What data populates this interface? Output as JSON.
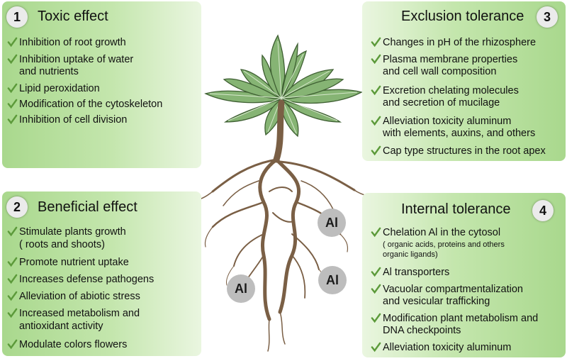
{
  "panels": {
    "toxic": {
      "number": "1",
      "title": "Toxic effect",
      "items": [
        "Inhibition of root growth",
        "Inhibition uptake of water",
        "and nutrients",
        "Lipid peroxidation",
        "Modification of the cytoskeleton",
        "Inhibition of cell division"
      ]
    },
    "beneficial": {
      "number": "2",
      "title": "Beneficial effect",
      "items": [
        "Stimulate plants growth",
        "( roots and shoots)",
        "Promote nutrient uptake",
        "Increases defense pathogens",
        "Alleviation of abiotic stress",
        "Increased metabolism and",
        "antioxidant activity",
        "Modulate colors flowers"
      ]
    },
    "exclusion": {
      "number": "3",
      "title": "Exclusion tolerance",
      "items": [
        "Changes in pH of the rhizosphere",
        "Plasma membrane properties",
        "and cell wall composition",
        "Excretion chelating molecules",
        "and secretion of mucilage",
        "Alleviation toxicity aluminum",
        "with elements, auxins, and others",
        "Cap type structures in the root apex"
      ]
    },
    "internal": {
      "number": "4",
      "title": "Internal tolerance",
      "items": [
        "Chelation Al in the cytosol",
        "( organic acids, proteins and others",
        "organic ligands)",
        "Al transporters",
        "Vacuolar compartmentalization",
        "and vesicular trafficking",
        "Modification plant metabolism and",
        "DNA checkpoints",
        "Alleviation toxicity aluminum"
      ]
    }
  },
  "al_labels": [
    "Al",
    "Al",
    "Al"
  ],
  "colors": {
    "panel_green": "#a9d88d",
    "check_green": "#5c9a3a",
    "leaf_green": "#7fae6c",
    "root_brown": "#7a5f45",
    "al_circle": "#bdbdbd"
  },
  "icons": [
    "check-icon",
    "number-badge",
    "plant-illustration"
  ]
}
